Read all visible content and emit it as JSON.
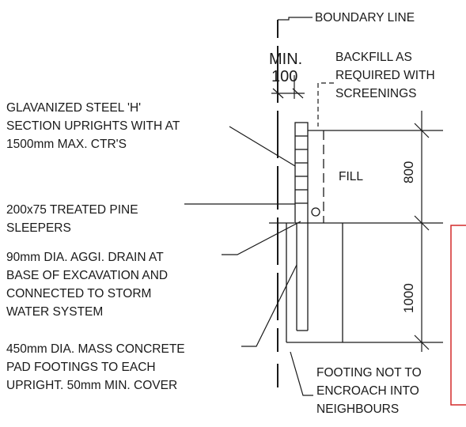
{
  "labels": {
    "boundary_line": "BOUNDARY LINE",
    "min": "MIN.",
    "min_value": "100",
    "backfill": [
      "BACKFILL AS",
      "REQUIRED WITH",
      "SCREENINGS"
    ],
    "uprights": [
      "GLAVANIZED STEEL 'H'",
      "SECTION UPRIGHTS WITH AT",
      "1500mm MAX. CTR'S"
    ],
    "sleepers": [
      "200x75 TREATED PINE",
      "SLEEPERS"
    ],
    "drain": [
      "90mm DIA. AGGI. DRAIN AT",
      "BASE OF EXCAVATION AND",
      "CONNECTED TO STORM",
      "WATER SYSTEM"
    ],
    "footing": [
      "450mm DIA. MASS CONCRETE",
      "PAD FOOTINGS TO EACH",
      "UPRIGHT. 50mm MIN. COVER"
    ],
    "fill": "FILL",
    "dim_upper": "800",
    "dim_lower": "1000",
    "not_encroach": [
      "FOOTING NOT TO",
      "ENCROACH INTO",
      "NEIGHBOURS"
    ]
  },
  "colors": {
    "ink": "#1a1a1a",
    "highlight": "#d42a2a"
  }
}
